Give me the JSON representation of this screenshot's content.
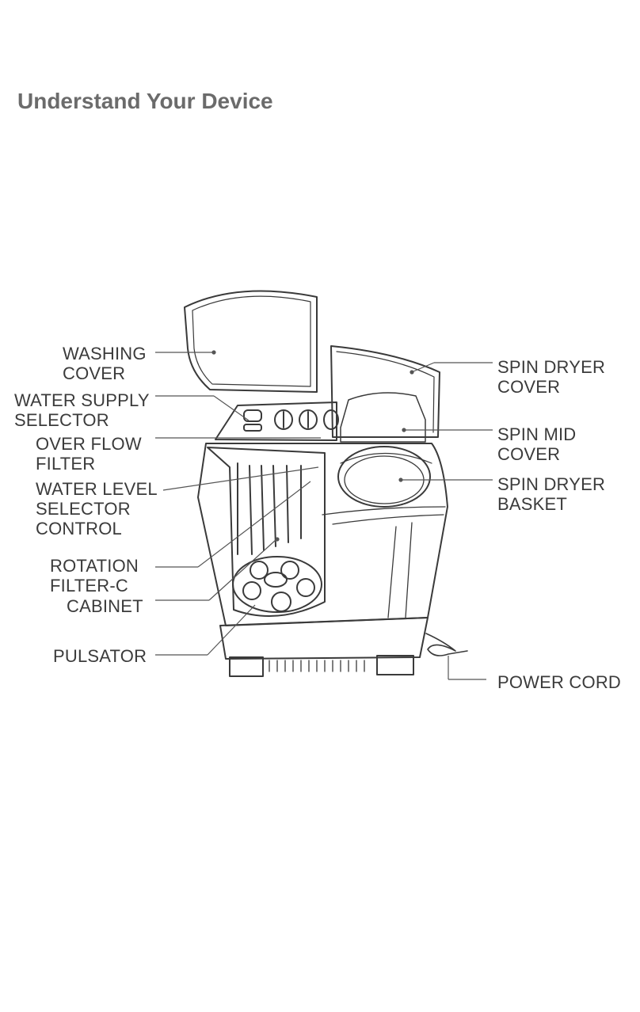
{
  "title": "Understand Your Device",
  "labels": {
    "washing_cover": "WASHING\nCOVER",
    "water_supply_selector": "WATER SUPPLY\nSELECTOR",
    "over_flow_filter": "OVER FLOW\nFILTER",
    "water_level_selector_control": "WATER LEVEL\nSELECTOR\nCONTROL",
    "rotation_filter": "ROTATION\nFILTER-C",
    "cabinet": "CABINET",
    "pulsator": "PULSATOR",
    "spin_dryer_cover": "SPIN DRYER\nCOVER",
    "spin_mid_cover": "SPIN MID\nCOVER",
    "spin_dryer_basket": "SPIN DRYER\nBASKET",
    "power_cord": "POWER CORD"
  },
  "colors": {
    "title": "#6b6b6b",
    "label_text": "#3b3b3b",
    "line_art": "#3a3a3a",
    "leader_line": "#555555"
  }
}
